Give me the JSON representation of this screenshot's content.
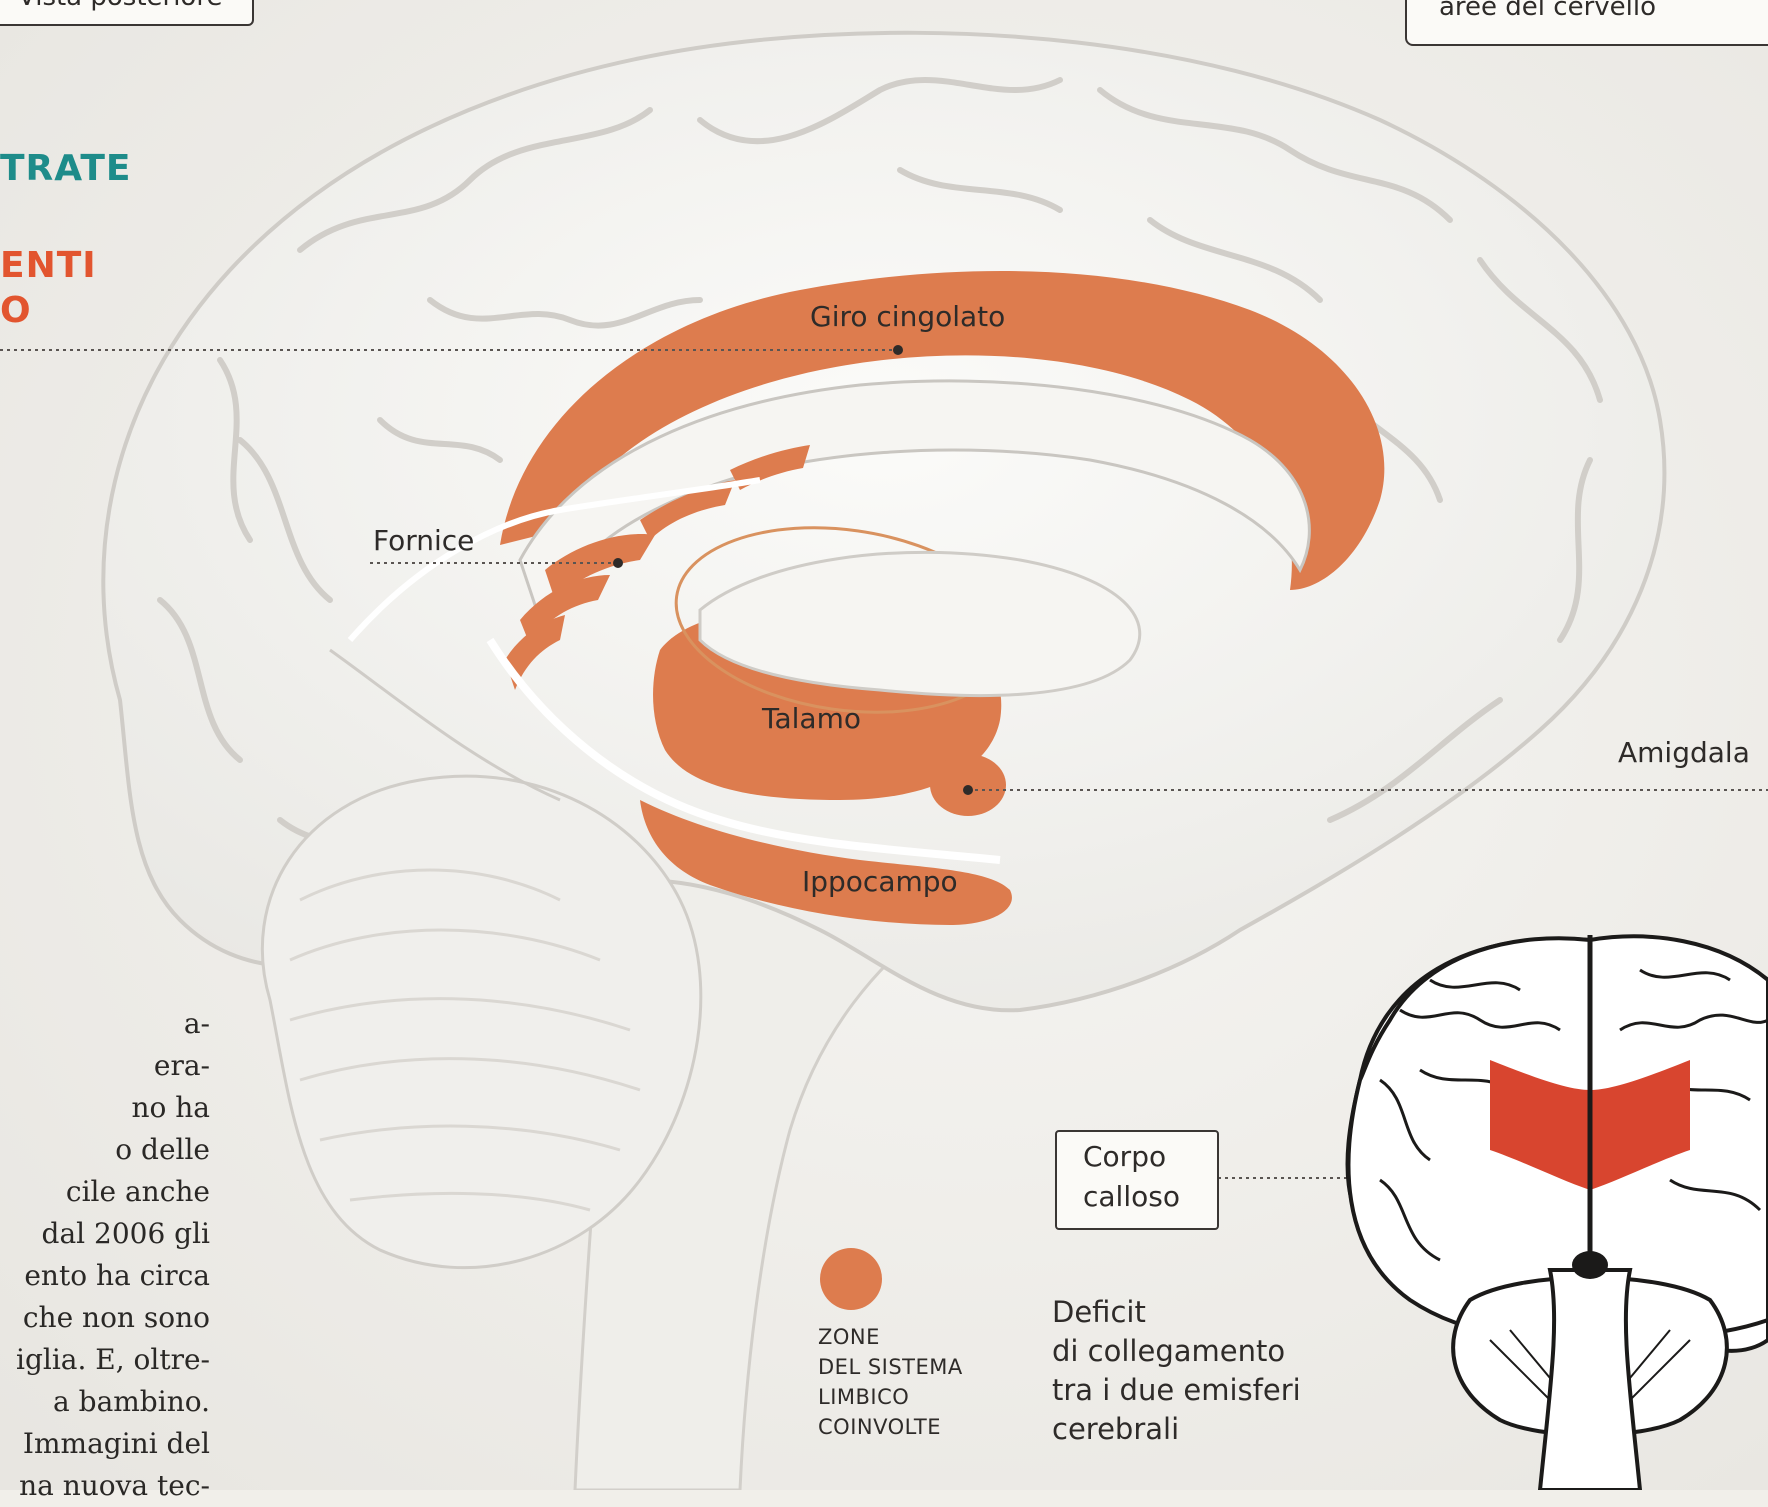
{
  "top_left_tag": "Vista posteriore",
  "top_right_tag": "aree del cervello",
  "headings": {
    "line1": "TRATE",
    "line2": "ENTI",
    "line3": "O"
  },
  "labels": {
    "giro_cingolato": "Giro cingolato",
    "fornice": "Fornice",
    "talamo": "Talamo",
    "amigdala": "Amigdala",
    "ippocampo": "Ippocampo",
    "corpo_calloso_1": "Corpo",
    "corpo_calloso_2": "calloso"
  },
  "legend": {
    "lines": [
      "ZONE",
      "DEL SISTEMA",
      "LIMBICO",
      "COINVOLTE"
    ]
  },
  "deficit": {
    "lines": [
      "Deficit",
      "di collegamento",
      "tra i due emisferi",
      "cerebrali"
    ]
  },
  "body_text": {
    "lines": [
      "a-",
      "era-",
      "no ha",
      "o delle",
      "cile anche",
      "dal 2006 gli",
      "ento ha circa",
      "che non sono",
      "iglia. E, oltre-",
      "a bambino.",
      "Immagini del",
      "na nuova tec-"
    ]
  },
  "colors": {
    "limbic_orange": "#dd7c4e",
    "corpus_red": "#d8452f",
    "heading_teal": "#1e8c8a",
    "heading_red": "#e2552f",
    "brain_fill": "#f4f3f0",
    "brain_line": "#c9c6c1"
  }
}
